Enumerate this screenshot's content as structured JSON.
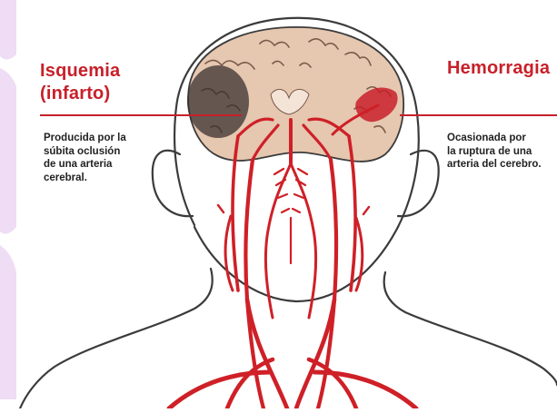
{
  "colors": {
    "accent": "#c8202a",
    "artery": "#cf2027",
    "skin_line": "#3b3b3b",
    "lilac_band": "#efdcf5",
    "brain_tissue": "#e6c7b0",
    "ischemia_dark": "#3a3030"
  },
  "ischemia": {
    "title_lines": [
      "Isquemia",
      "(infarto)"
    ],
    "description_lines": [
      "Producida por la",
      "súbita oclusión",
      "de una arteria",
      "cerebral."
    ]
  },
  "hemorrhage": {
    "title": "Hemorragia",
    "description_lines": [
      "Ocasionada por",
      "la ruptura de una",
      "arteria del cerebro."
    ]
  },
  "icons": [
    "head-outline-icon",
    "brain-section-icon",
    "artery-tree-icon"
  ]
}
